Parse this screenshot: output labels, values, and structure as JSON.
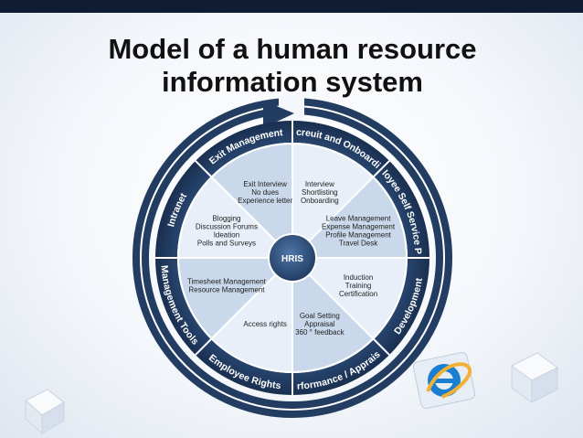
{
  "title": "Model of a human resource information system",
  "center": "HRIS",
  "ring": [
    {
      "label": "Recreuit and Onboarding"
    },
    {
      "label": "Employee Self Service Portal"
    },
    {
      "label": "Development"
    },
    {
      "label": "Performance / Appraisals"
    },
    {
      "label": "Employee Rights"
    },
    {
      "label": "Management Tools"
    },
    {
      "label": "Intranet"
    },
    {
      "label": "Exit Management"
    }
  ],
  "segments": [
    {
      "lines": [
        "Interview",
        "Shortlisting",
        "Onboarding"
      ]
    },
    {
      "lines": [
        "Leave Management",
        "Expense Management",
        "Profile Management",
        "Travel Desk"
      ]
    },
    {
      "lines": [
        "Induction",
        "Training",
        "Certification"
      ]
    },
    {
      "lines": [
        "Goal Setting",
        "Appraisal",
        "360 ° feedback"
      ]
    },
    {
      "lines": [
        "Access rights"
      ]
    },
    {
      "lines": [
        "Timesheet Management",
        "Resource Management"
      ]
    },
    {
      "lines": [
        "Blogging",
        "Discussion Forums",
        "Ideation",
        "Polls and Surveys"
      ]
    },
    {
      "lines": [
        "Exit Interview",
        "No dues",
        "Experience letter"
      ]
    }
  ],
  "colors": {
    "ring_dark": "#1e3557",
    "ring_mid": "#3a5f8f",
    "segment_light": "#e8eff8",
    "segment_blue": "#c9d8ea",
    "divider": "#ffffff",
    "hris": "#2f4f79"
  },
  "icon": "internet-explorer-icon"
}
